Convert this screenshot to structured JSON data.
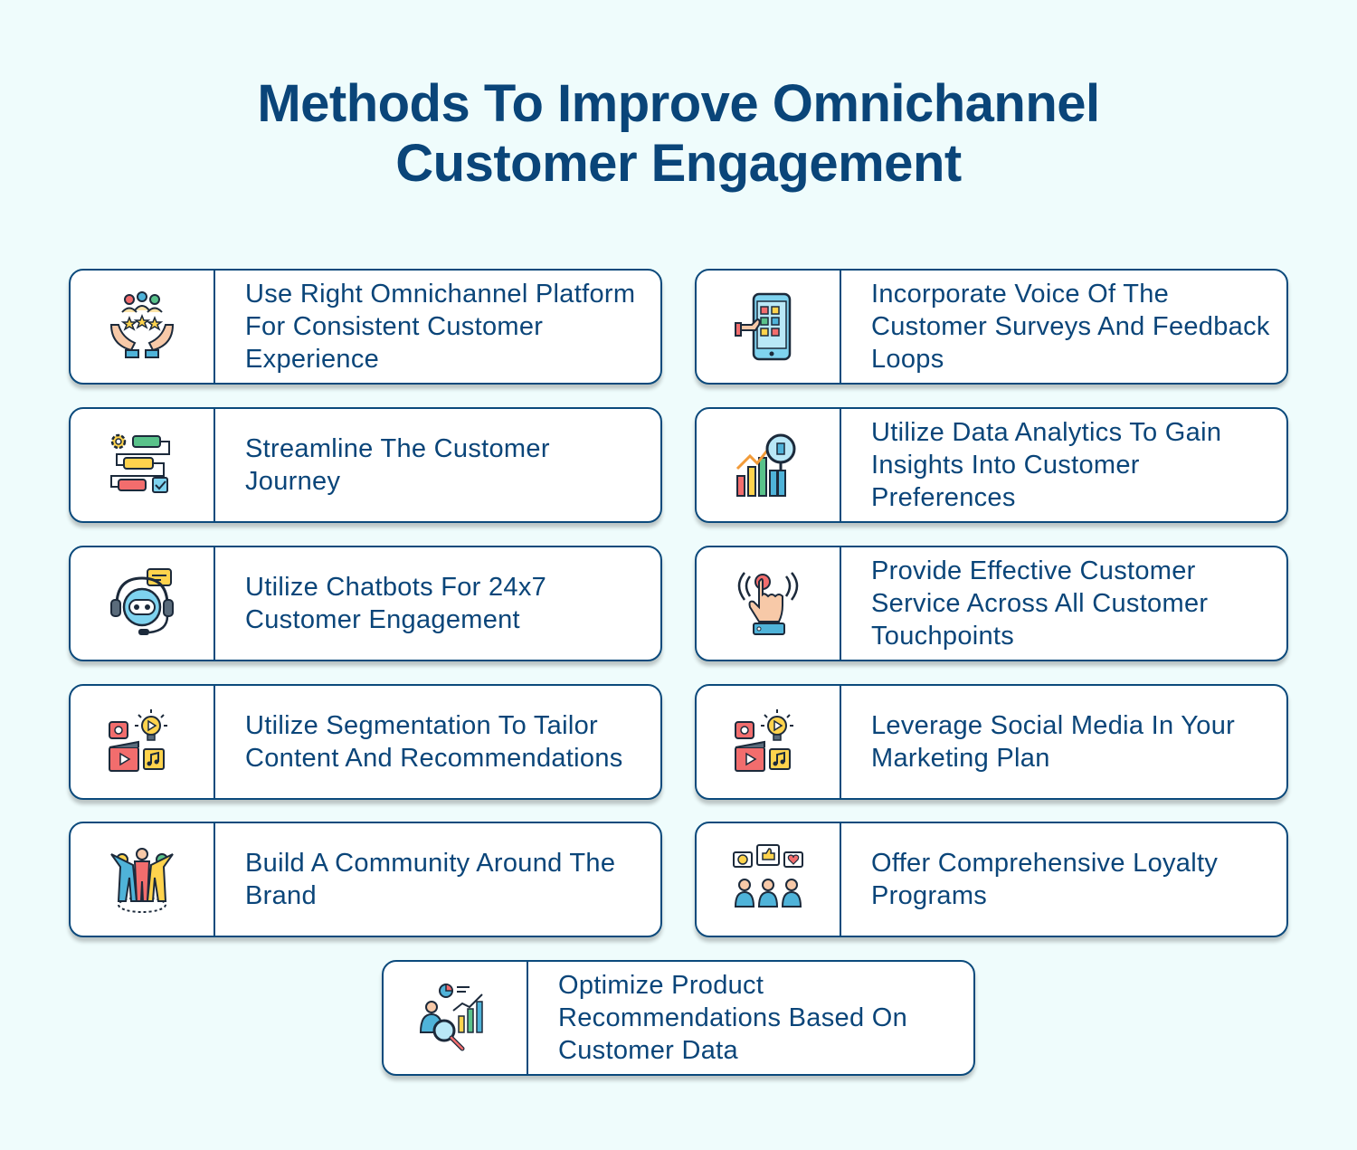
{
  "page": {
    "title_line1": "Methods To Improve Omnichannel",
    "title_line2": "Customer Engagement"
  },
  "colors": {
    "background": "#effcfc",
    "title": "#0a4579",
    "card_border": "#0b4a7c",
    "card_fill": "#ffffff"
  },
  "cards": [
    {
      "label": "Use Right Omnichannel Platform For Consistent Customer Experience",
      "icon": "hands-rating-icon"
    },
    {
      "label": "Incorporate Voice Of The Customer Surveys And Feedback Loops",
      "icon": "mobile-app-icon"
    },
    {
      "label": "Streamline The Customer Journey",
      "icon": "workflow-icon"
    },
    {
      "label": "Utilize Data Analytics To Gain Insights Into Customer Preferences",
      "icon": "analytics-magnifier-icon"
    },
    {
      "label": "Utilize Chatbots For 24x7 Customer Engagement",
      "icon": "chatbot-headset-icon"
    },
    {
      "label": "Provide Effective Customer Service Across All Customer Touchpoints",
      "icon": "touch-hand-icon"
    },
    {
      "label": "Utilize Segmentation To Tailor Content And Recommendations",
      "icon": "content-media-icon"
    },
    {
      "label": "Leverage Social Media In Your Marketing Plan",
      "icon": "social-media-icon"
    },
    {
      "label": "Build A Community Around The Brand",
      "icon": "community-icon"
    },
    {
      "label": "Offer Comprehensive Loyalty Programs",
      "icon": "loyalty-feedback-icon"
    },
    {
      "label": "Optimize Product Recommendations Based On Customer Data",
      "icon": "data-search-icon"
    }
  ]
}
